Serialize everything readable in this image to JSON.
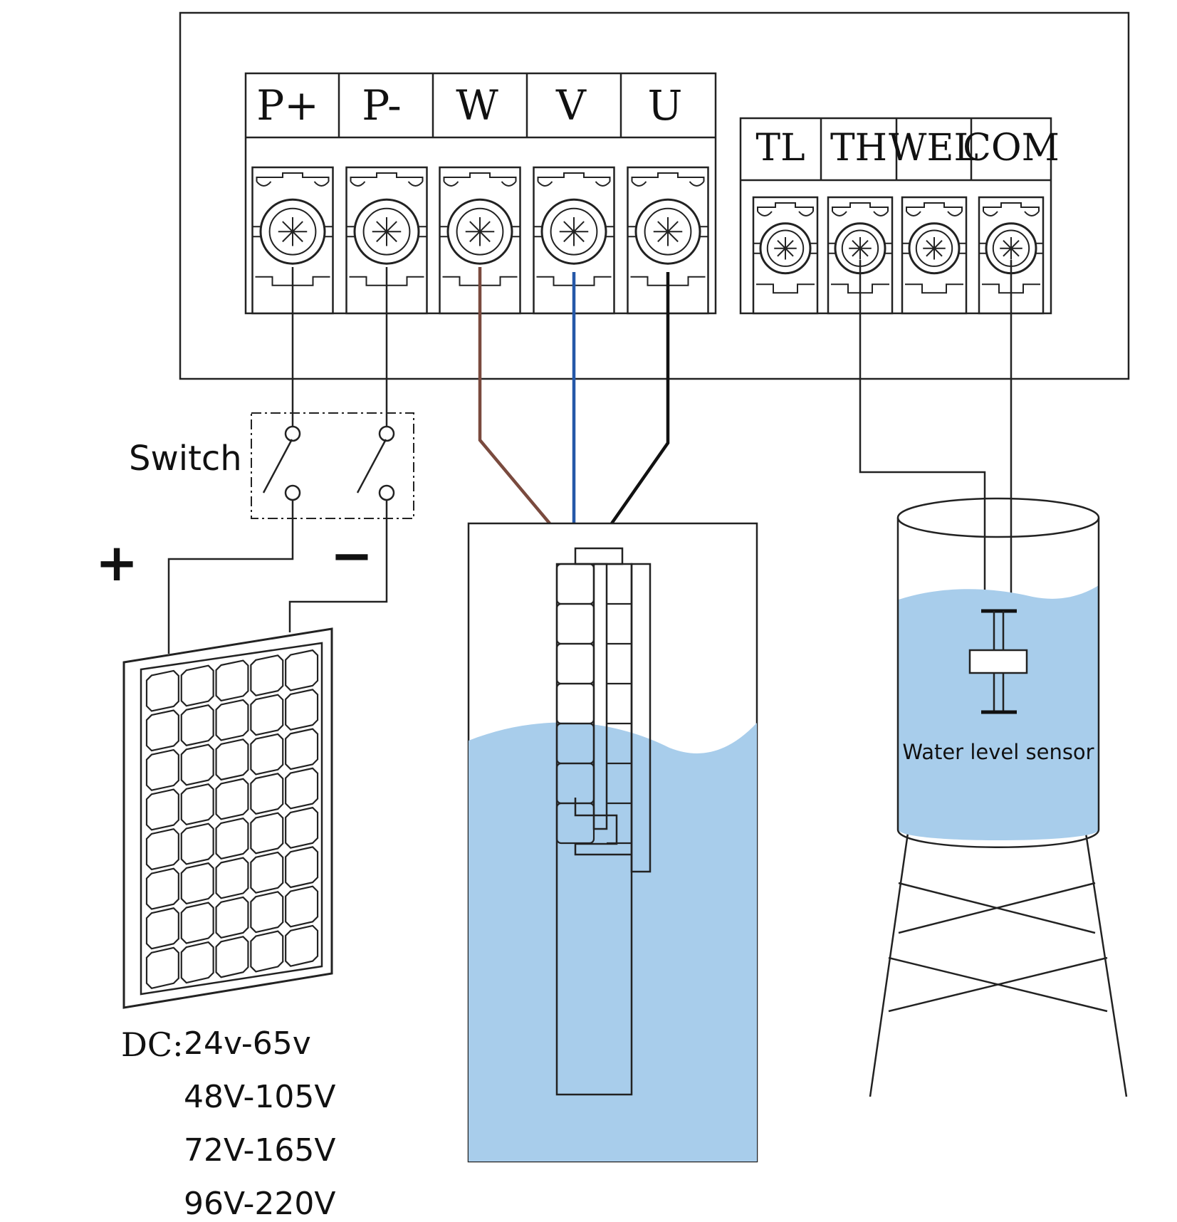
{
  "controller": {
    "power_terminals": [
      "P+",
      "P-",
      "W",
      "V",
      "U"
    ],
    "signal_terminals": [
      "TL",
      "TH",
      "WEL",
      "COM"
    ]
  },
  "switch": {
    "label": "Switch"
  },
  "polarity": {
    "positive": "+",
    "negative": "−"
  },
  "dc_voltage": {
    "prefix": "DC:",
    "ranges": [
      "24v-65v",
      "48V-105V",
      "72V-165V",
      "96V-220V"
    ]
  },
  "tank": {
    "sensor_label": "Water level sensor"
  },
  "wire_colors": {
    "W": "#7a4a3e",
    "V": "#2558a8",
    "U": "#111111"
  },
  "water_color": "#a8cdeb"
}
